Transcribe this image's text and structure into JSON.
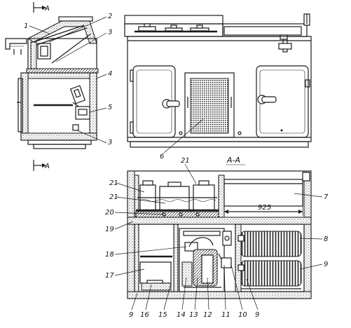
{
  "section_label": "А-А",
  "section_marker": "А",
  "dimension": "925",
  "callouts": {
    "c1": "1",
    "c2": "2",
    "c3a": "3",
    "c3b": "3",
    "c4": "4",
    "c5": "5",
    "c6": "6",
    "c7": "7",
    "c8": "8",
    "c9a": "9",
    "c9b": "9",
    "c9c": "9",
    "c10": "10",
    "c11": "11",
    "c12": "12",
    "c13": "13",
    "c14": "14",
    "c15": "15",
    "c16": "16",
    "c17": "17",
    "c18": "18",
    "c19": "19",
    "c20": "20",
    "c21a": "21",
    "c21b": "21"
  }
}
